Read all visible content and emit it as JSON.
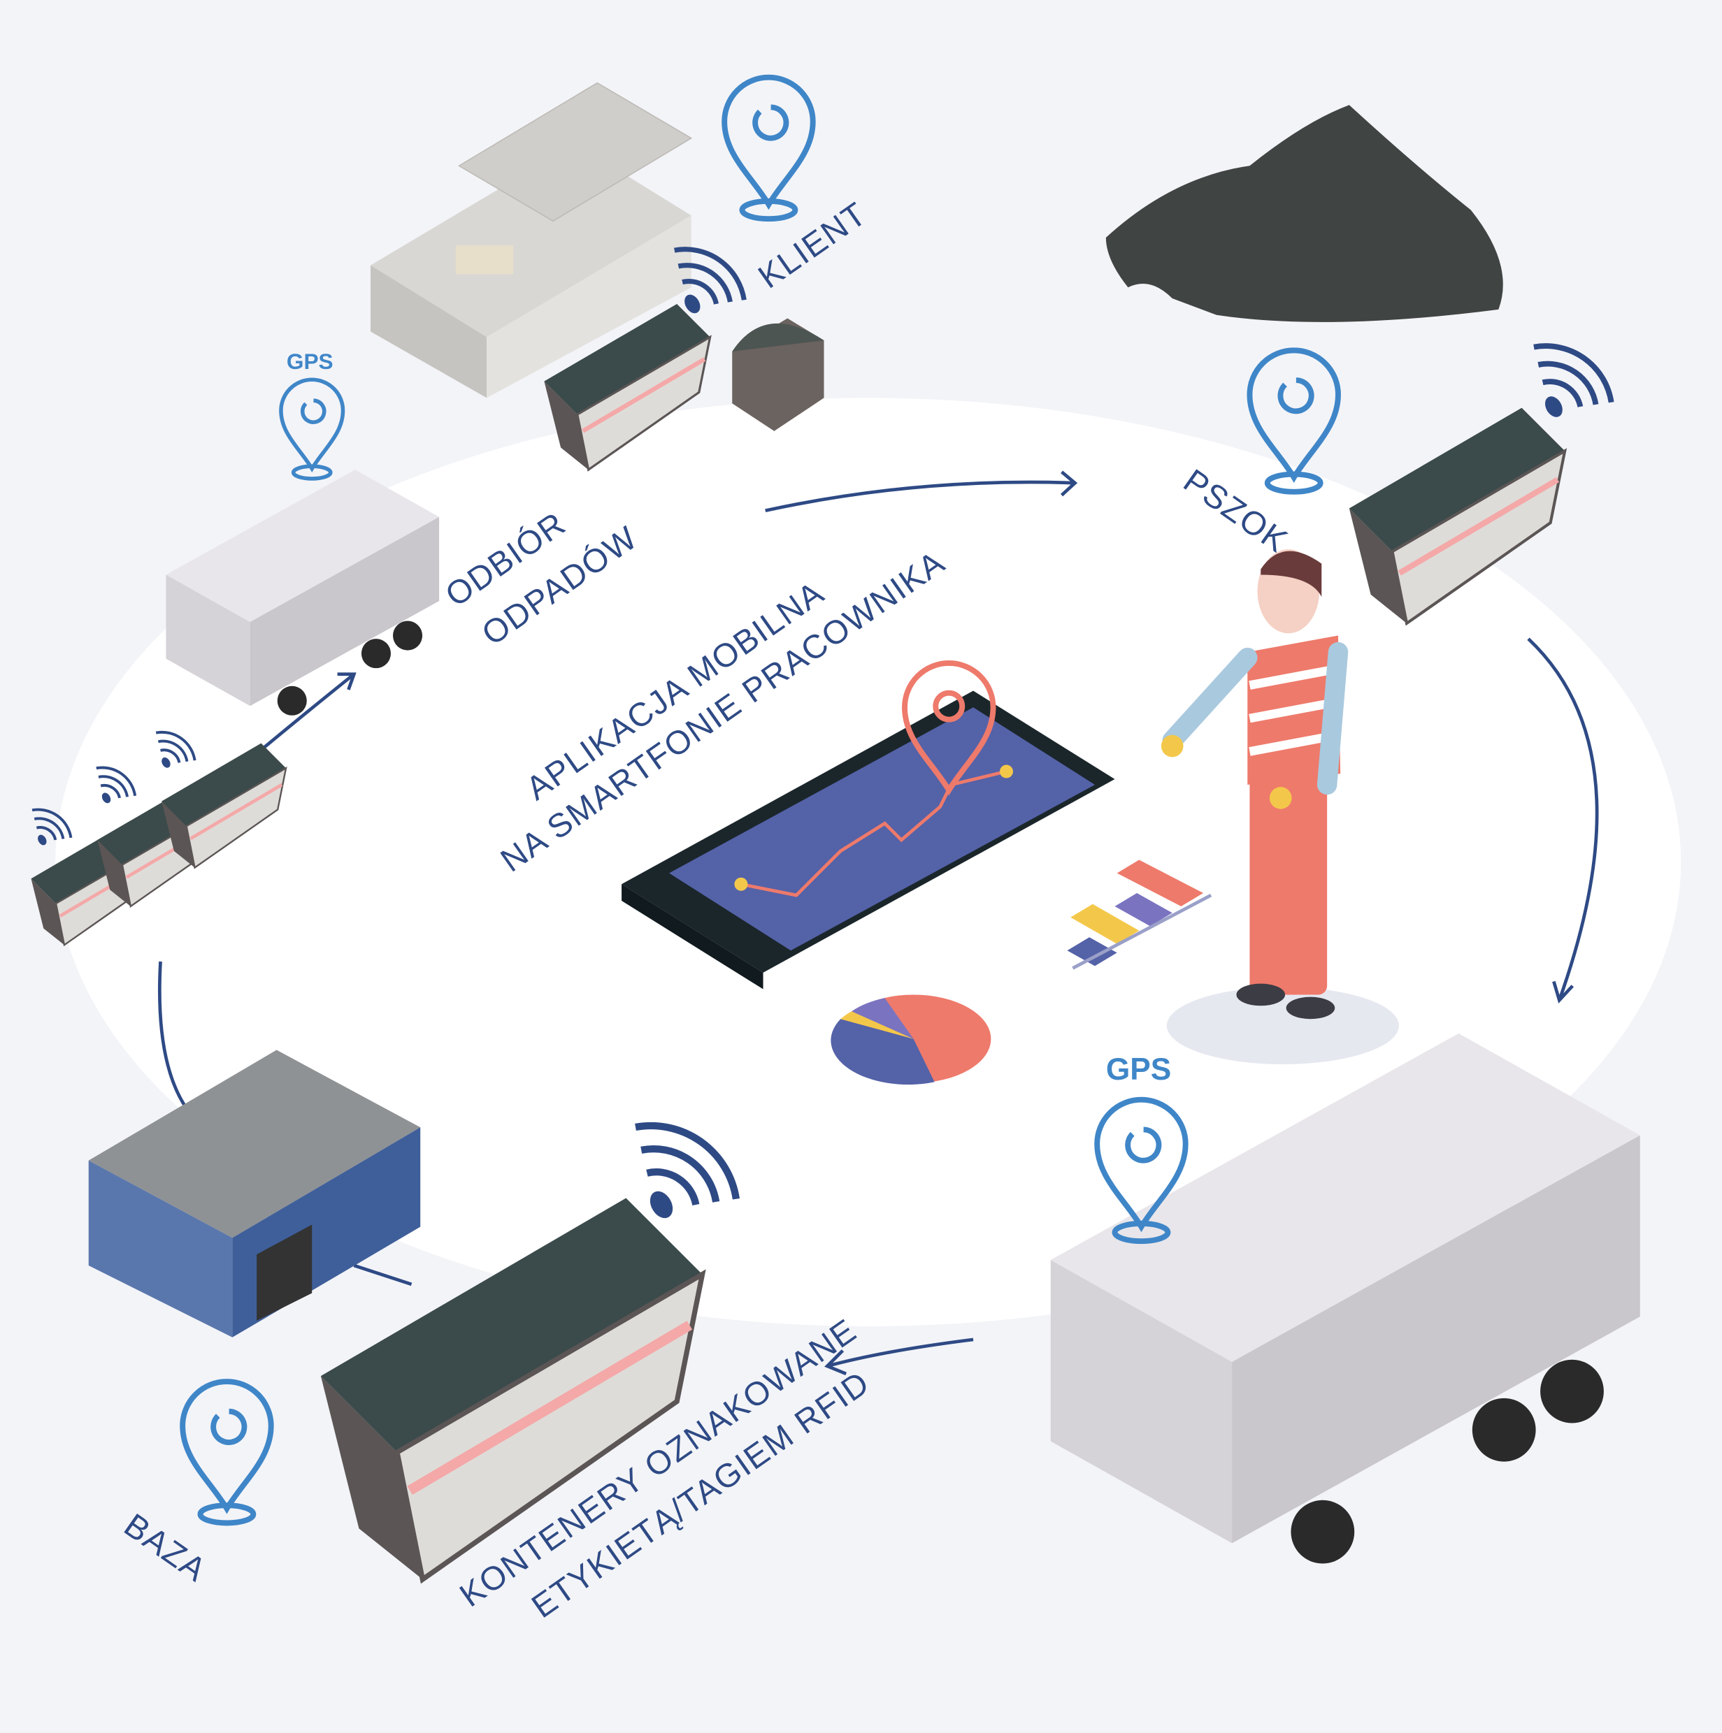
{
  "labels": {
    "klient": "KLIENT",
    "pszok": "PSZOK",
    "odbior_line1": "ODBIÓR",
    "odbior_line2": "ODPADÓW",
    "app_line1": "APLIKACJA MOBILNA",
    "app_line2": "NA SMARTFONIE PRACOWNIKA",
    "baza": "BAZA",
    "containers_line1": "KONTENERY OZNAKOWANE",
    "containers_line2": "ETYKIETĄ/TAGIEM RFID",
    "gps_small": "GPS",
    "gps_large": "GPS"
  },
  "colors": {
    "background": "#f3f4f8",
    "ellipse": "#ffffff",
    "text": "#2e4a85",
    "pin": "#3f86c8",
    "accent": "#ee7a6b",
    "screen": "#5462a8",
    "phone_body": "#25343b"
  }
}
